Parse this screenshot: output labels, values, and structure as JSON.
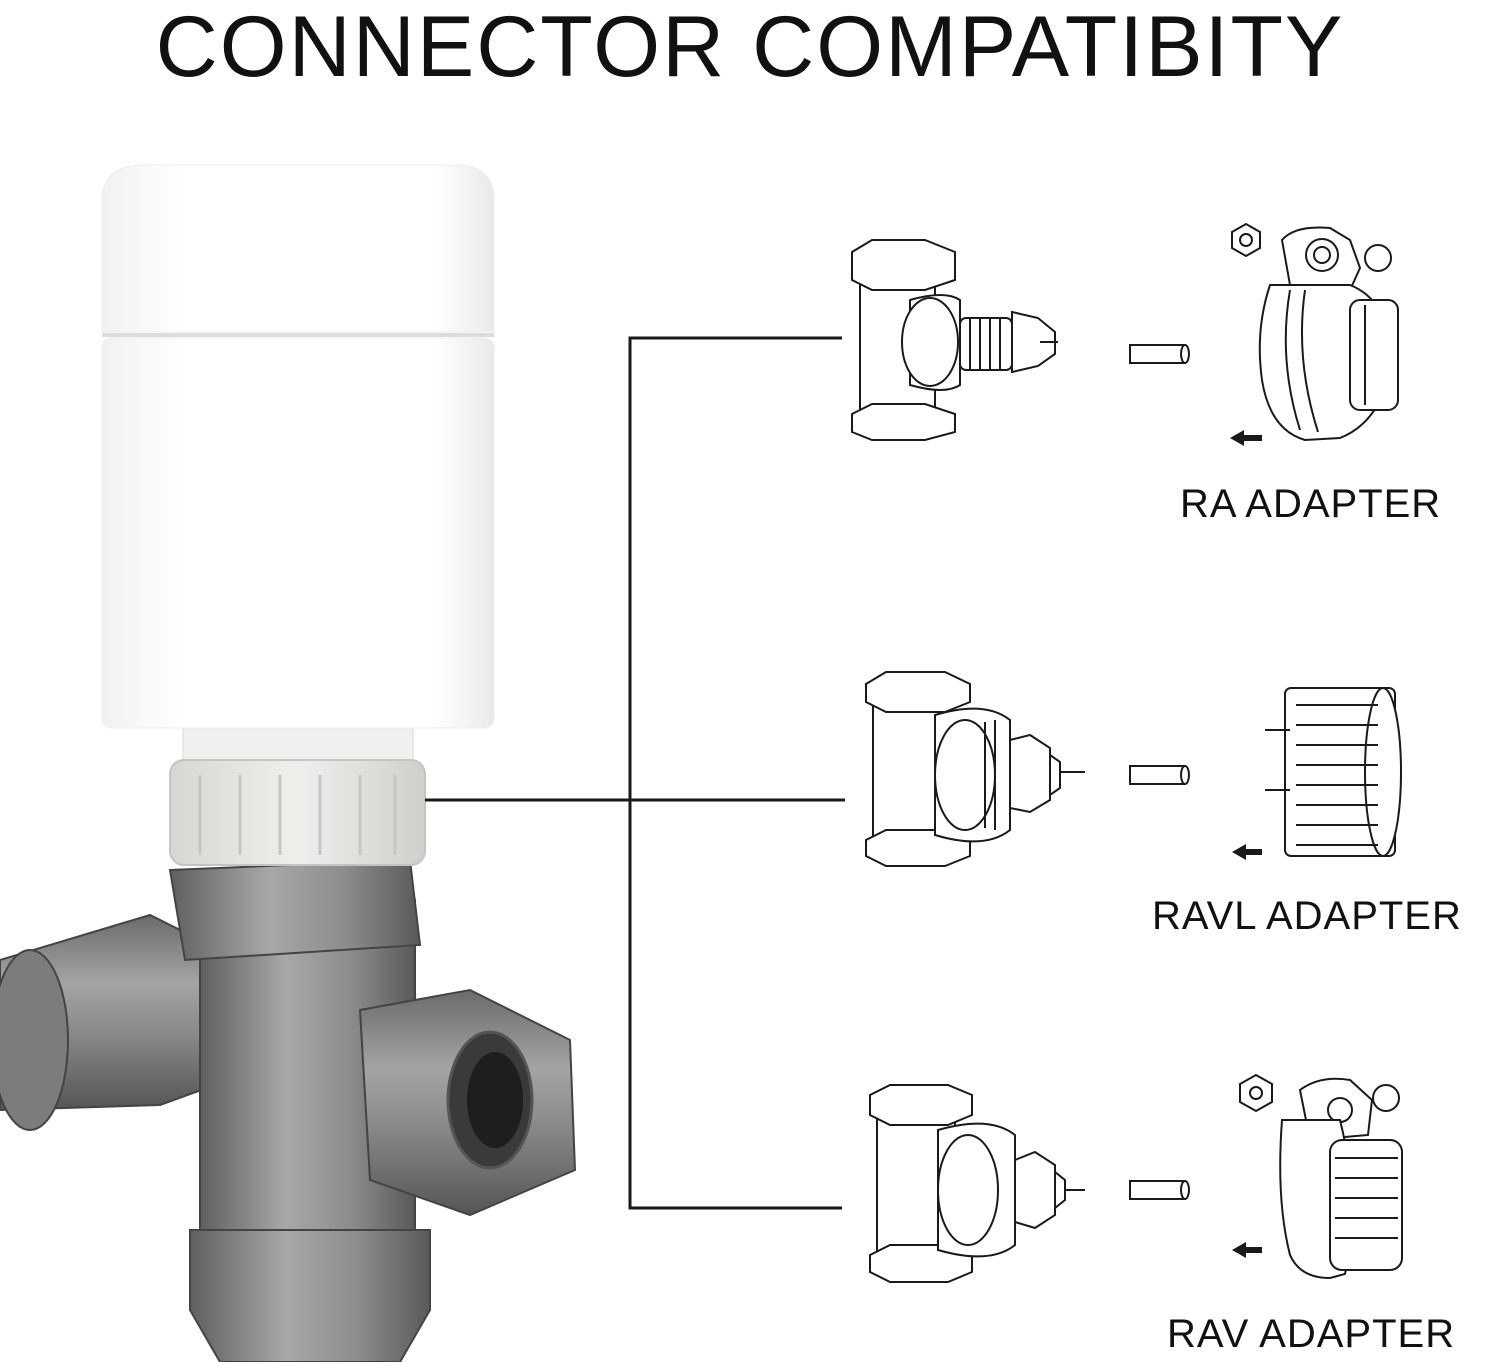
{
  "title": "CONNECTOR COMPATIBITY",
  "adapters": [
    {
      "label": "RA ADAPTER",
      "valve_icon": "radiator-valve-ra-icon",
      "pin_icon": "pin-icon",
      "adapter_icon": "ra-adapter-icon",
      "direction_icon": "arrow-left-icon"
    },
    {
      "label": "RAVL ADAPTER",
      "valve_icon": "radiator-valve-ravl-icon",
      "pin_icon": "pin-icon",
      "adapter_icon": "ravl-adapter-icon",
      "direction_icon": "arrow-left-icon"
    },
    {
      "label": "RAV ADAPTER",
      "valve_icon": "radiator-valve-rav-icon",
      "pin_icon": "pin-icon",
      "adapter_icon": "rav-adapter-icon",
      "direction_icon": "arrow-left-icon"
    }
  ],
  "product": {
    "icon": "thermostatic-radiator-valve-head-icon"
  },
  "colors": {
    "line": "#1a1a1a",
    "head": "#ffffff",
    "nut": "#e4e4e0",
    "metal": "#8a8a8a"
  }
}
